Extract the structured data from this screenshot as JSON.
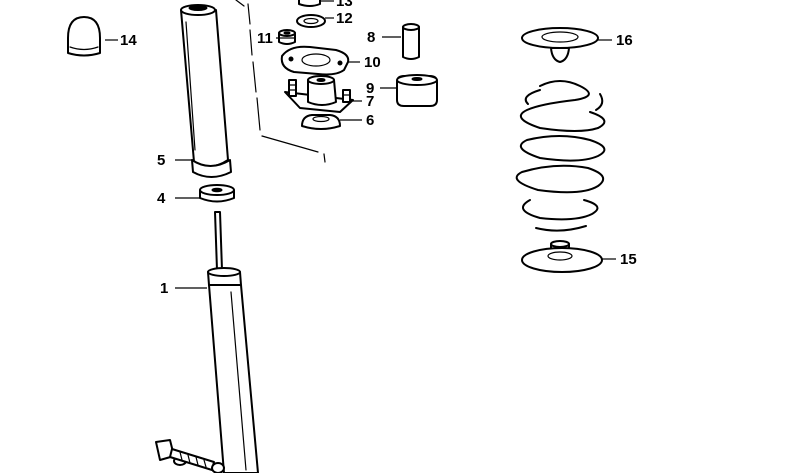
{
  "callouts": [
    {
      "id": "1",
      "text": "1"
    },
    {
      "id": "4",
      "text": "4"
    },
    {
      "id": "5",
      "text": "5"
    },
    {
      "id": "6",
      "text": "6"
    },
    {
      "id": "7",
      "text": "7"
    },
    {
      "id": "8",
      "text": "8"
    },
    {
      "id": "9",
      "text": "9"
    },
    {
      "id": "10",
      "text": "10"
    },
    {
      "id": "11",
      "text": "11"
    },
    {
      "id": "12",
      "text": "12"
    },
    {
      "id": "13",
      "text": "13"
    },
    {
      "id": "14",
      "text": "14"
    },
    {
      "id": "15",
      "text": "15"
    },
    {
      "id": "16",
      "text": "16"
    }
  ]
}
